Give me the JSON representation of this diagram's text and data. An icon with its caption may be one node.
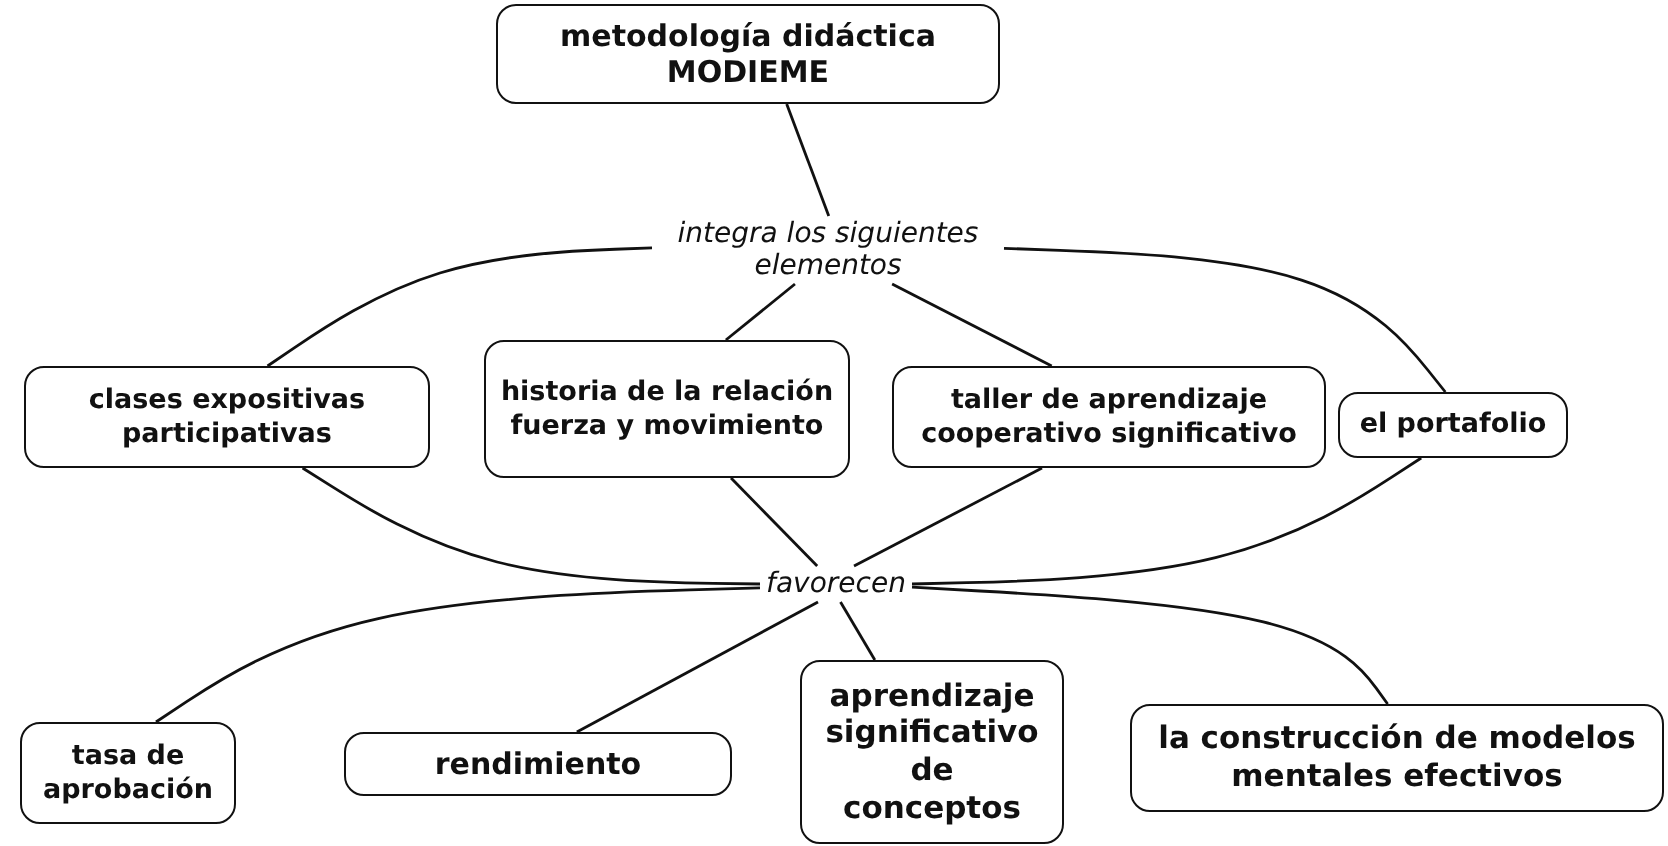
{
  "diagram": {
    "nodes": [
      {
        "text": [
          "metodología didáctica MODIEME"
        ]
      },
      {
        "text": [
          "integra los siguientes elementos"
        ]
      },
      {
        "text": [
          "clases expositivas participativas"
        ]
      },
      {
        "text": [
          "historia de la relación fuerza y movimiento"
        ]
      },
      {
        "text": [
          "taller de aprendizaje cooperativo significativo"
        ]
      },
      {
        "text": [
          "el portafolio"
        ]
      },
      {
        "text": [
          "favorecen"
        ]
      },
      {
        "text": [
          "tasa de aprobación"
        ]
      },
      {
        "text": [
          "rendimiento"
        ]
      },
      {
        "text": [
          "aprendizaje significativo de conceptos"
        ]
      },
      {
        "text": [
          "la construcción de modelos mentales efectivos"
        ]
      }
    ],
    "edges": [
      {
        "from": 0,
        "to": 1,
        "arrow": "none"
      },
      {
        "from": 1,
        "to": 2,
        "arrow": "none"
      },
      {
        "from": 1,
        "to": 3,
        "arrow": "none"
      },
      {
        "from": 1,
        "to": 4,
        "arrow": "none"
      },
      {
        "from": 1,
        "to": 5,
        "arrow": "none"
      },
      {
        "from": 2,
        "to": 6,
        "arrow": "none"
      },
      {
        "from": 3,
        "to": 6,
        "arrow": "none"
      },
      {
        "from": 4,
        "to": 6,
        "arrow": "none"
      },
      {
        "from": 5,
        "to": 6,
        "arrow": "none"
      },
      {
        "from": 6,
        "to": 7,
        "arrow": "none"
      },
      {
        "from": 6,
        "to": 8,
        "arrow": "none"
      },
      {
        "from": 6,
        "to": 9,
        "arrow": "none"
      },
      {
        "from": 6,
        "to": 10,
        "arrow": "none"
      }
    ]
  }
}
